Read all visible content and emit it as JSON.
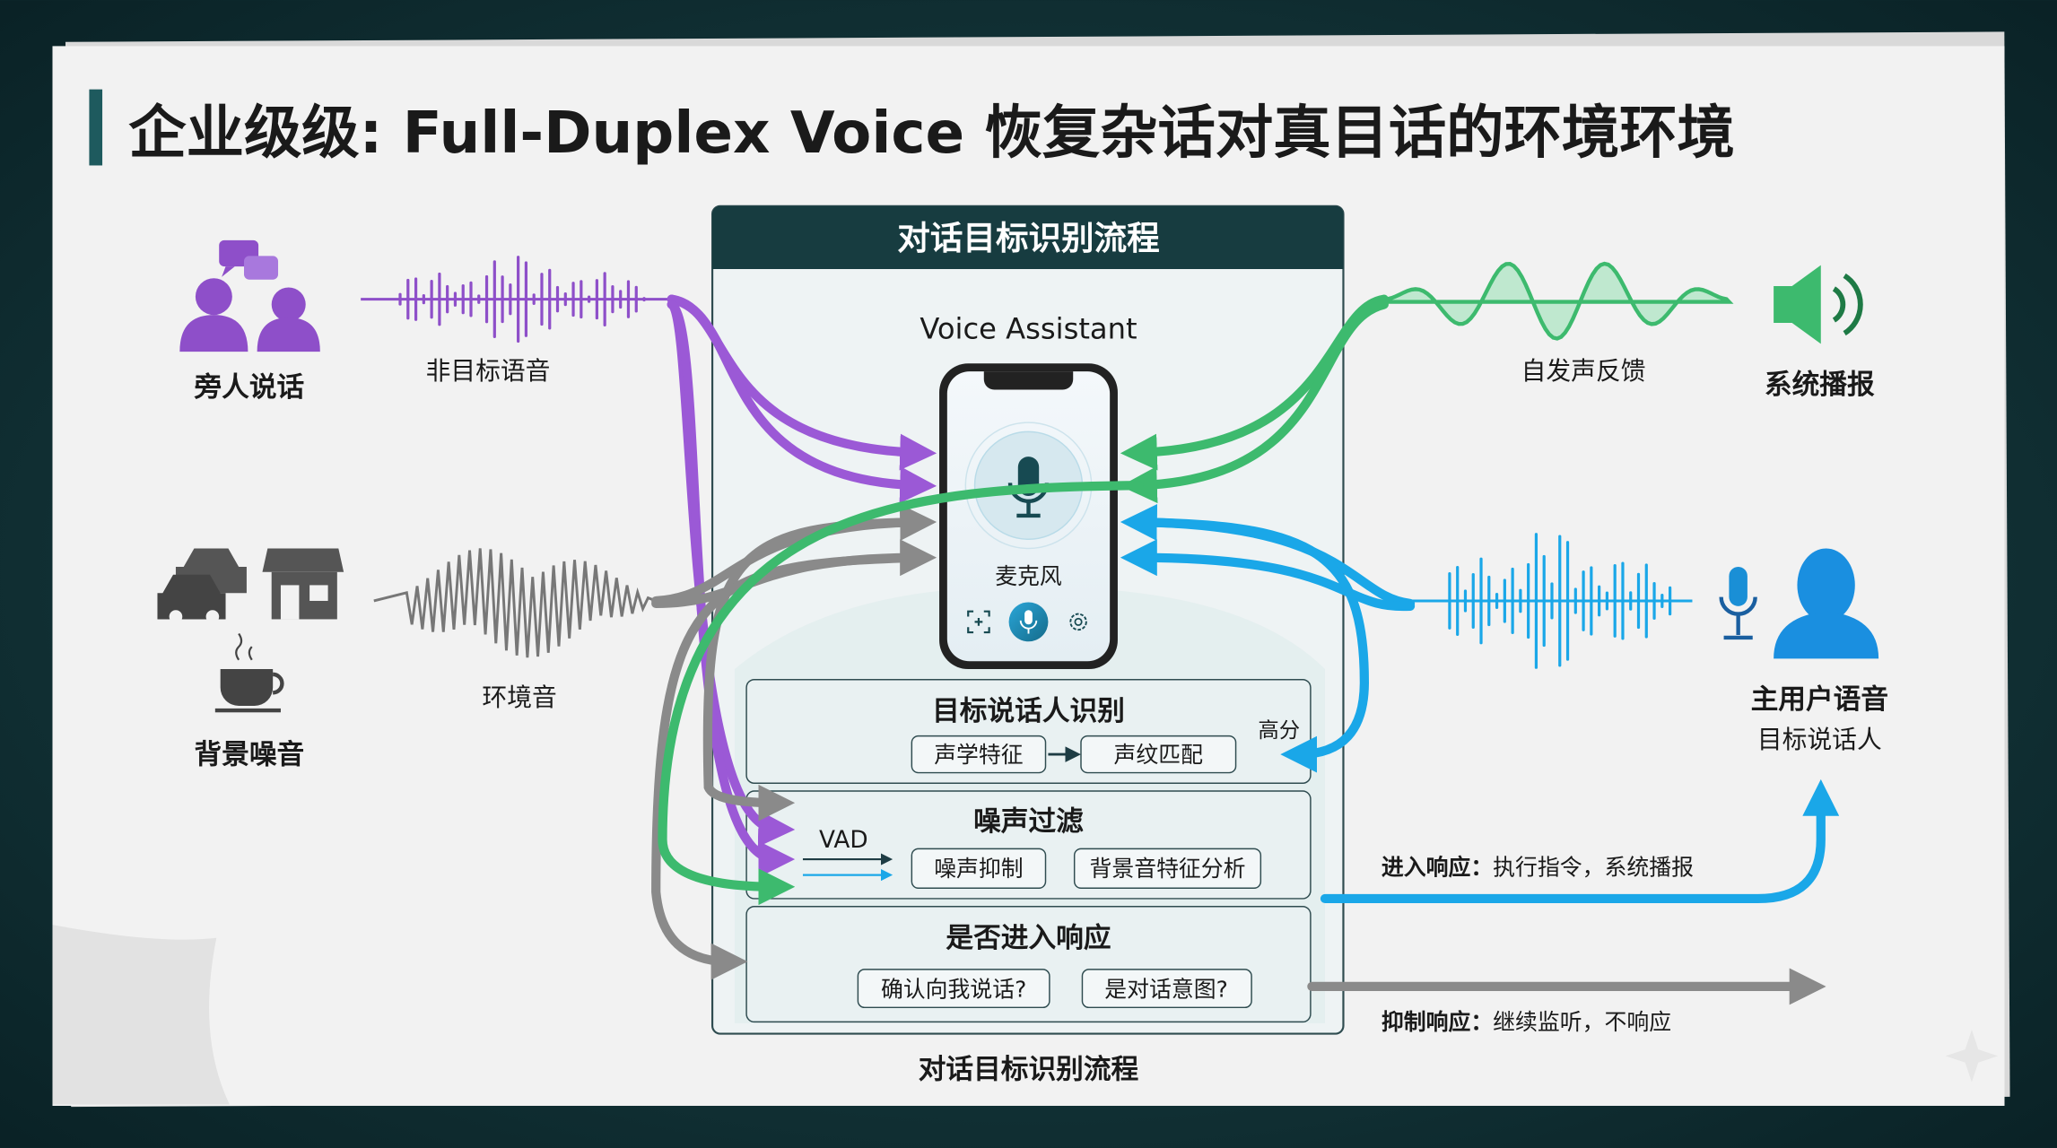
{
  "title": "企业级级: Full-Duplex Voice 恢复杂话对真目话的环境环境",
  "panel": {
    "header": "对话目标识别流程",
    "assistant_label": "Voice Assistant",
    "mic_label": "麦克风",
    "footer": "对话目标识别流程",
    "stages": [
      {
        "title": "目标说话人识别",
        "items": [
          "声学特征",
          "声纹匹配"
        ],
        "note": "高分"
      },
      {
        "title": "噪声过滤",
        "note": "VAD",
        "items": [
          "噪声抑制",
          "背景音特征分析"
        ]
      },
      {
        "title": "是否进入响应",
        "items": [
          "确认向我说话?",
          "是对话意图?"
        ]
      }
    ]
  },
  "sources": {
    "bystander": {
      "label": "旁人说话",
      "wave_label": "非目标语音",
      "color": "#8e4fc9"
    },
    "background": {
      "label": "背景噪音",
      "wave_label": "环境音",
      "color": "#8a8a8a"
    },
    "system": {
      "label": "系统播报",
      "wave_label": "自发声反馈",
      "color": "#3dba6e"
    },
    "user": {
      "label": "主用户语音",
      "sublabel": "目标说话人",
      "color": "#1aa7e8"
    }
  },
  "outcomes": {
    "accept": {
      "label": "进入响应：",
      "desc": "执行指令，系统播报"
    },
    "reject": {
      "label": "抑制响应：",
      "desc": "继续监听，不响应"
    }
  },
  "colors": {
    "accent": "#1e5a5e",
    "header": "#173c40"
  }
}
